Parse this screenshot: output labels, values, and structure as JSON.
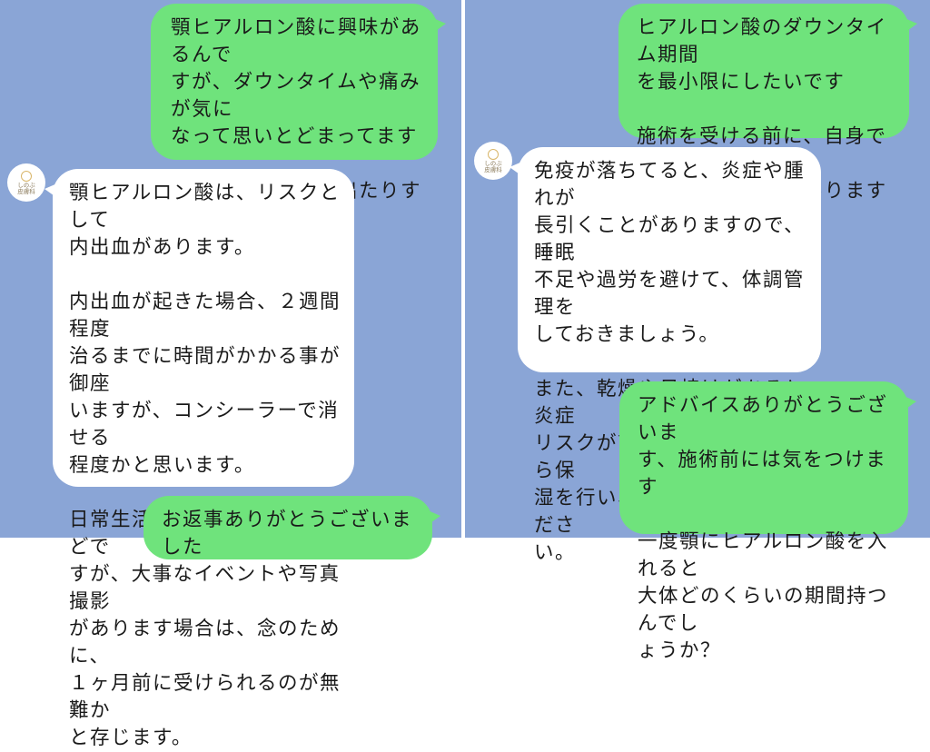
{
  "left_panel": {
    "messages": [
      {
        "sender": "user",
        "text": "顎ヒアルロン酸に興味があるんで\nすが、ダウンタイムや痛みが気に\nなって思いとどまってます\n\n日常生活に影響が出たりするレベ\nルなんでしょうか？"
      },
      {
        "sender": "clinic",
        "text": "顎ヒアルロン酸は、リスクとして\n内出血があります。\n\n内出血が起きた場合、２週間程度\n治るまでに時間がかかる事が御座\nいますが、コンシーラーで消せる\n程度かと思います。\n\n日常生活に影響がない方が殆どで\nすが、大事なイベントや写真撮影\nがあります場合は、念のために、\n１ヶ月前に受けられるのが無難か\nと存じます。"
      },
      {
        "sender": "user",
        "text": "お返事ありがとうございました"
      }
    ],
    "avatar_label": "しのぶ\n皮膚科"
  },
  "right_panel": {
    "messages": [
      {
        "sender": "user",
        "text": "ヒアルロン酸のダウンタイム期間\nを最小限にしたいです\n\n施術を受ける前に、自身で行った\n方が良いケアとかありますか？"
      },
      {
        "sender": "clinic",
        "text": "免疫が落ちてると、炎症や腫れが\n長引くことがありますので、睡眠\n不足や過労を避けて、体調管理を\nしておきましょう。\n\nまた、乾燥や日焼けがあると炎症\nリスクが高まるため、普段から保\n湿を行い、日焼けを避けてくださ\nい。"
      },
      {
        "sender": "user",
        "text": "アドバイスありがとうございま\nす、施術前には気をつけます\n\n一度顎にヒアルロン酸を入れると\n大体どのくらいの期間持つんでし\nょうか？"
      }
    ],
    "avatar_label": "しのぶ\n皮膚科"
  },
  "colors": {
    "background": "#8aa5d6",
    "user_bubble": "#6fe37c",
    "clinic_bubble": "#ffffff",
    "text": "#1a1a1a"
  }
}
